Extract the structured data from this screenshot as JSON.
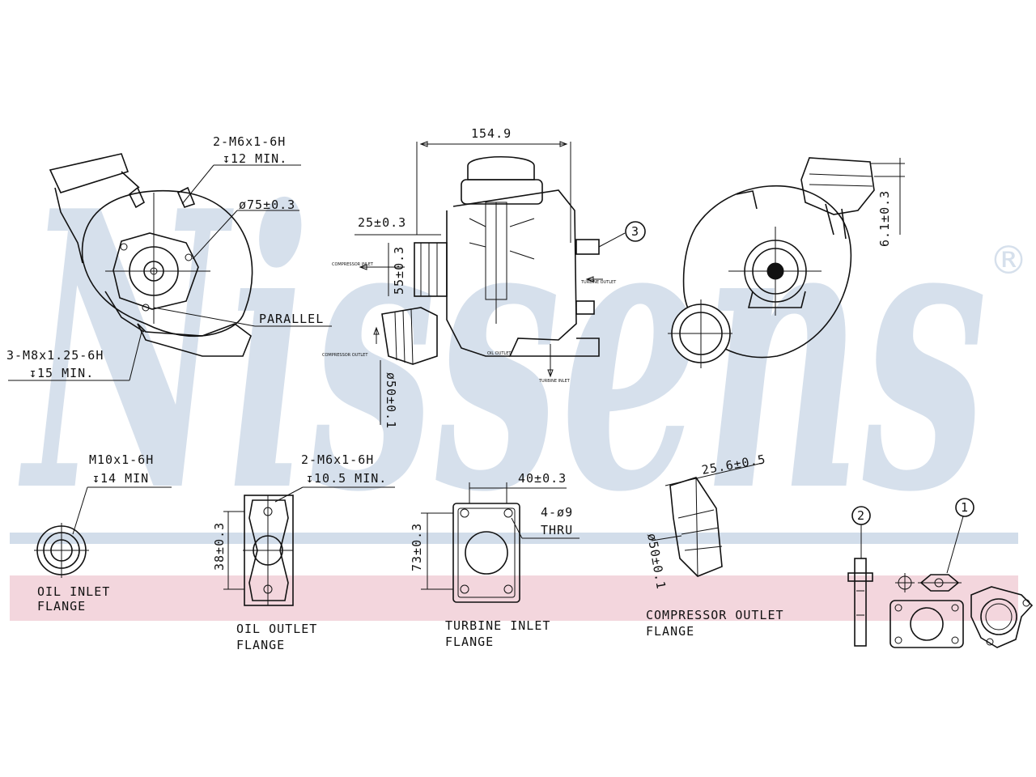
{
  "watermark": {
    "brand": "Nissens",
    "registered": "®",
    "color": "#d6e0ec",
    "band_color": "#f3d6dd",
    "line_color": "#d2ddea"
  },
  "dims": {
    "top_left_thread": "2-M6x1-6H",
    "top_left_depth": "↧12 MIN.",
    "diameter_75": "ø75±0.3",
    "parallel": "PARALLEL",
    "bottom_left_thread": "3-M8x1.25-6H",
    "bottom_left_depth": "↧15 MIN.",
    "width_154": "154.9",
    "dim_25": "25±0.3",
    "dim_55": "55±0.3",
    "dim_50": "ø50±0.1",
    "dim_61": "6.1±0.3",
    "balloon_3": "3",
    "balloon_2": "2",
    "balloon_1": "1"
  },
  "small_labels": {
    "compressor_inlet": "COMPRESSOR INLET",
    "turbine_outlet": "TURBINE OUTLET",
    "compressor_outlet": "COMPRESSOR OUTLET",
    "oil_outlet": "OIL OUTLET",
    "turbine_inlet": "TURBINE INLET"
  },
  "flanges": {
    "oil_inlet_thread": "M10x1-6H",
    "oil_inlet_depth": "↧14 MIN",
    "oil_inlet_line1": "OIL INLET",
    "oil_inlet_line2": "FLANGE",
    "oil_outlet_thread": "2-M6x1-6H",
    "oil_outlet_depth": "↧10.5 MIN.",
    "oil_outlet_dim": "38±0.3",
    "oil_outlet_line1": "OIL OUTLET",
    "oil_outlet_line2": "FLANGE",
    "turbine_inlet_dim_w": "40±0.3",
    "turbine_inlet_holes": "4-ø9",
    "turbine_inlet_thru": "THRU",
    "turbine_inlet_dim_h": "73±0.3",
    "turbine_inlet_line1": "TURBINE INLET",
    "turbine_inlet_line2": "FLANGE",
    "compressor_outlet_dim": "25.6±0.5",
    "compressor_outlet_dia": "ø50±0.1",
    "compressor_outlet_line1": "COMPRESSOR OUTLET",
    "compressor_outlet_line2": "FLANGE"
  }
}
